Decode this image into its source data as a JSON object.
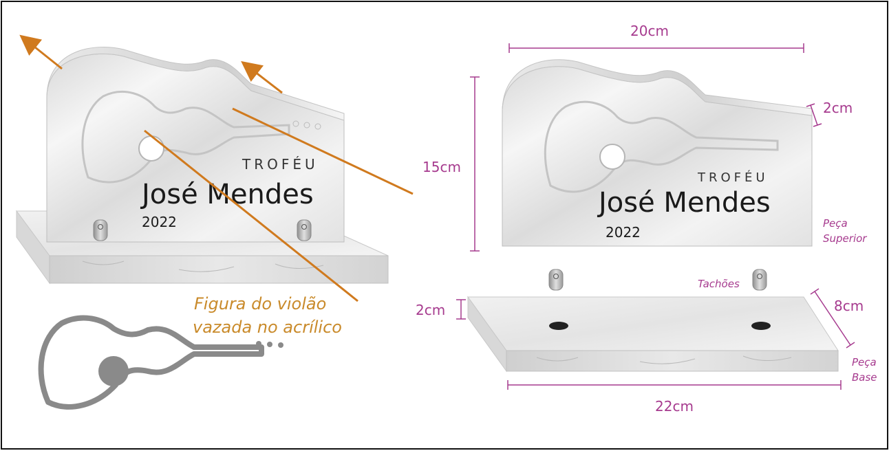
{
  "left": {
    "trophy_label": "TROFÉU",
    "name": "José Mendes",
    "year": "2022",
    "caption_line1": "Figura do violão",
    "caption_line2": "vazada no acrílico"
  },
  "right": {
    "trophy_label": "TROFÉU",
    "name": "José Mendes",
    "year": "2022",
    "width_top": "20cm",
    "height_top": "15cm",
    "thickness_top": "2cm",
    "label_upper_1": "Peça",
    "label_upper_2": "Superior",
    "label_studs": "Tachões",
    "thickness_base": "2cm",
    "depth_base": "8cm",
    "width_base": "22cm",
    "label_base_1": "Peça",
    "label_base_2": "Base"
  },
  "colors": {
    "dimension": "#a63a8e",
    "annotation": "#c98a2a",
    "arrow": "#d07a1e",
    "guitar_icon": "#8a8a8a",
    "border": "#111111"
  }
}
